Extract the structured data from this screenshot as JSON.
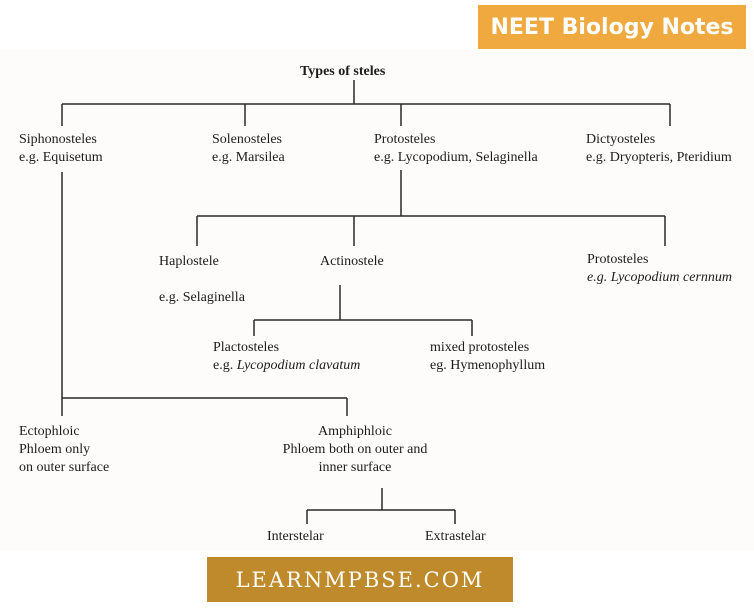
{
  "badge": "NEET Biology Notes",
  "footer": "LEARNMPBSE.COM",
  "diagram": {
    "root": "Types of steles",
    "siphonosteles": {
      "name": "Siphonosteles",
      "example": "e.g. Equisetum"
    },
    "solenosteles": {
      "name": "Solenosteles",
      "example": "e.g. Marsilea"
    },
    "protosteles": {
      "name": "Protosteles",
      "example": "e.g. Lycopodium, Selaginella"
    },
    "dictyosteles": {
      "name": "Dictyosteles",
      "example": "e.g. Dryopteris, Pteridium"
    },
    "haplostele": {
      "name": "Haplostele",
      "example": "e.g. Selaginella"
    },
    "actinostele": {
      "name": "Actinostele"
    },
    "protosteles2": {
      "name": "Protosteles",
      "example": "e.g. Lycopodium cernnum"
    },
    "plactosteles": {
      "name": "Plactosteles",
      "prefix": "e.g.",
      "example": "Lycopodium clavatum"
    },
    "mixed": {
      "name": "mixed protosteles",
      "example": "eg. Hymenophyllum"
    },
    "ectophloic": {
      "name": "Ectophloic",
      "line1": "Phloem only",
      "line2": "on outer surface"
    },
    "amphiphloic": {
      "name": "Amphiphloic",
      "line1": "Phloem both on outer and",
      "line2": "inner surface"
    },
    "interstelar": {
      "name": "Interstelar"
    },
    "extrastelar": {
      "name": "Extrastelar"
    }
  }
}
